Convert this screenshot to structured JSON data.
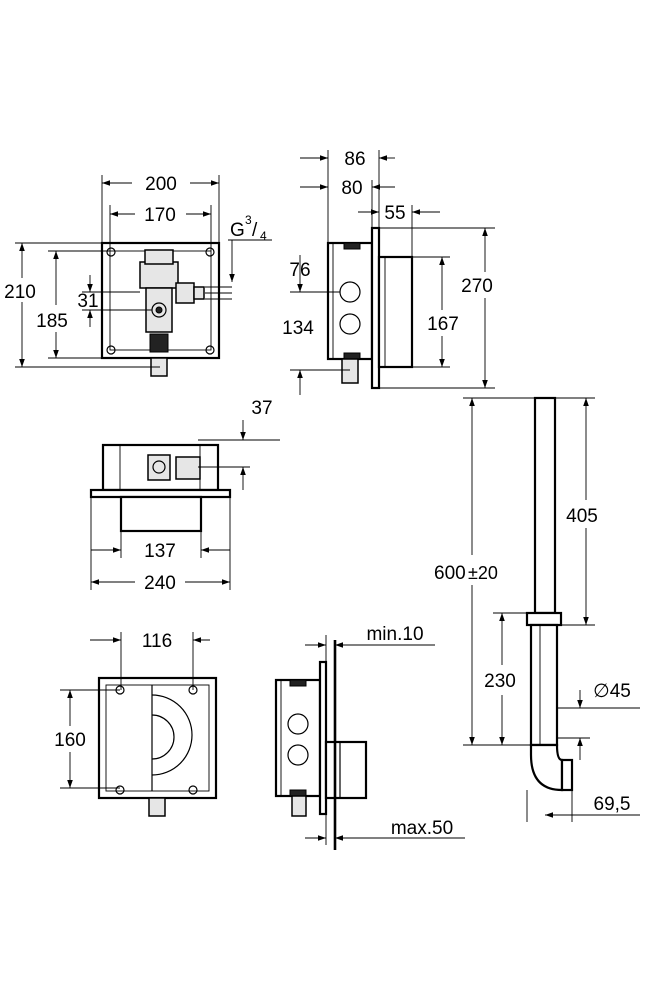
{
  "dimensions": {
    "width_200": "200",
    "width_170": "170",
    "thread": "G",
    "thread_num": "3",
    "thread_den": "4",
    "height_210": "210",
    "height_185": "185",
    "offset_31": "31",
    "depth_86": "86",
    "depth_80": "80",
    "depth_55": "55",
    "height_76": "76",
    "height_134": "134",
    "height_270": "270",
    "height_167": "167",
    "offset_37": "37",
    "width_137": "137",
    "width_240": "240",
    "width_116": "116",
    "height_160": "160",
    "min_10": "min.10",
    "max_50": "max.50",
    "length_600": "600",
    "tolerance": "±20",
    "length_405": "405",
    "length_230": "230",
    "diameter_45": "∅45",
    "offset_69_5": "69,5"
  }
}
